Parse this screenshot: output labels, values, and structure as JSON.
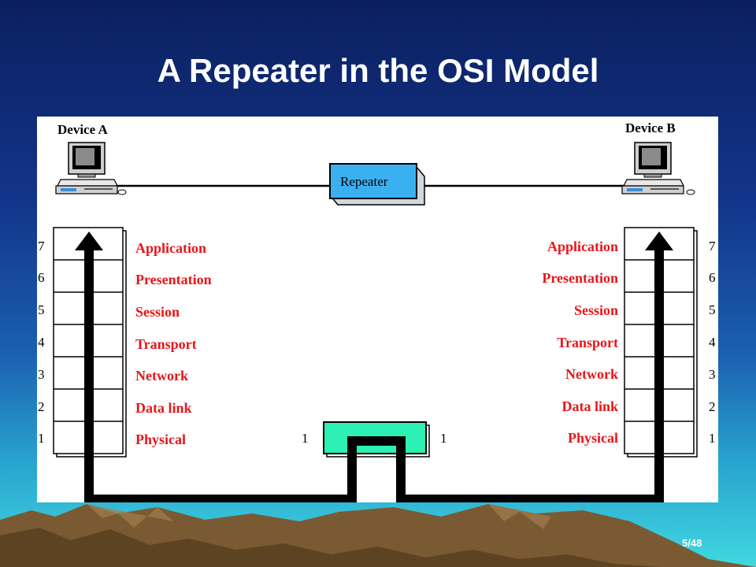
{
  "slide": {
    "title": "A Repeater in the OSI Model",
    "page": "5/48"
  },
  "diagram": {
    "device_a_label": "Device A",
    "device_b_label": "Device B",
    "repeater_label": "Repeater",
    "repeater_left_layer": "1",
    "repeater_right_layer": "1",
    "layer_numbers": [
      "7",
      "6",
      "5",
      "4",
      "3",
      "2",
      "1"
    ],
    "layers": [
      "Application",
      "Presentation",
      "Session",
      "Transport",
      "Network",
      "Data link",
      "Physical"
    ],
    "colors": {
      "layer_text": "#e8161b",
      "repeater_box": "#3ab0f0",
      "physical_box": "#2df0b4"
    }
  }
}
